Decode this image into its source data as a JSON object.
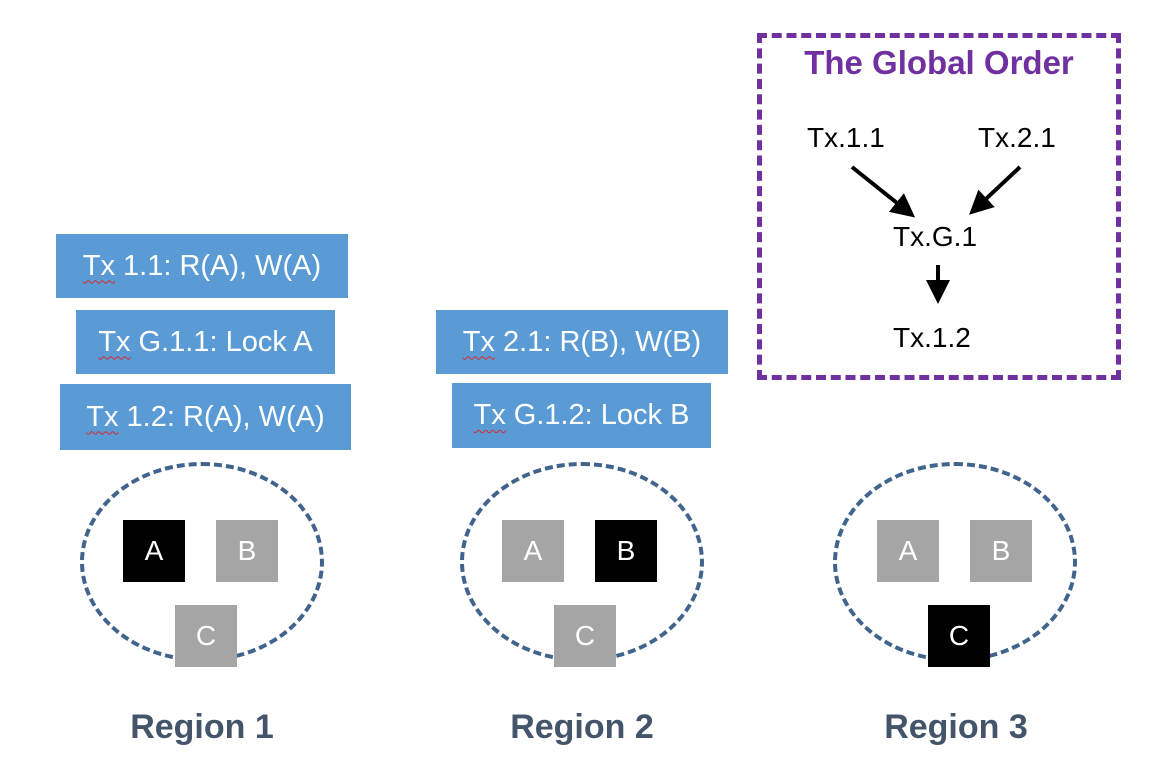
{
  "transactions": {
    "r1_tx1": {
      "prefix": "Tx",
      "text": "1.1: R(A), W(A)"
    },
    "r1_txg": {
      "prefix": "Tx",
      "text": "G.1.1: Lock A"
    },
    "r1_tx2": {
      "prefix": "Tx",
      "text": "1.2: R(A), W(A)"
    },
    "r2_tx1": {
      "prefix": "Tx",
      "text": "2.1: R(B), W(B)"
    },
    "r2_txg": {
      "prefix": "Tx",
      "text": "G.1.2: Lock B"
    }
  },
  "regions": [
    {
      "label": "Region 1",
      "items": {
        "a": "A",
        "b": "B",
        "c": "C"
      }
    },
    {
      "label": "Region 2",
      "items": {
        "a": "A",
        "b": "B",
        "c": "C"
      }
    },
    {
      "label": "Region 3",
      "items": {
        "a": "A",
        "b": "B",
        "c": "C"
      }
    }
  ],
  "global_order": {
    "title": "The Global Order",
    "nodes": {
      "tx11": "Tx.1.1",
      "tx21": "Tx.2.1",
      "txg1": "Tx.G.1",
      "tx12": "Tx.1.2"
    }
  },
  "colors": {
    "tx_box": "#5b9bd5",
    "locked_item": "#000000",
    "free_item": "#a5a5a5",
    "region_border": "#41648c",
    "region_label": "#44546a",
    "global_order": "#7030a0"
  }
}
